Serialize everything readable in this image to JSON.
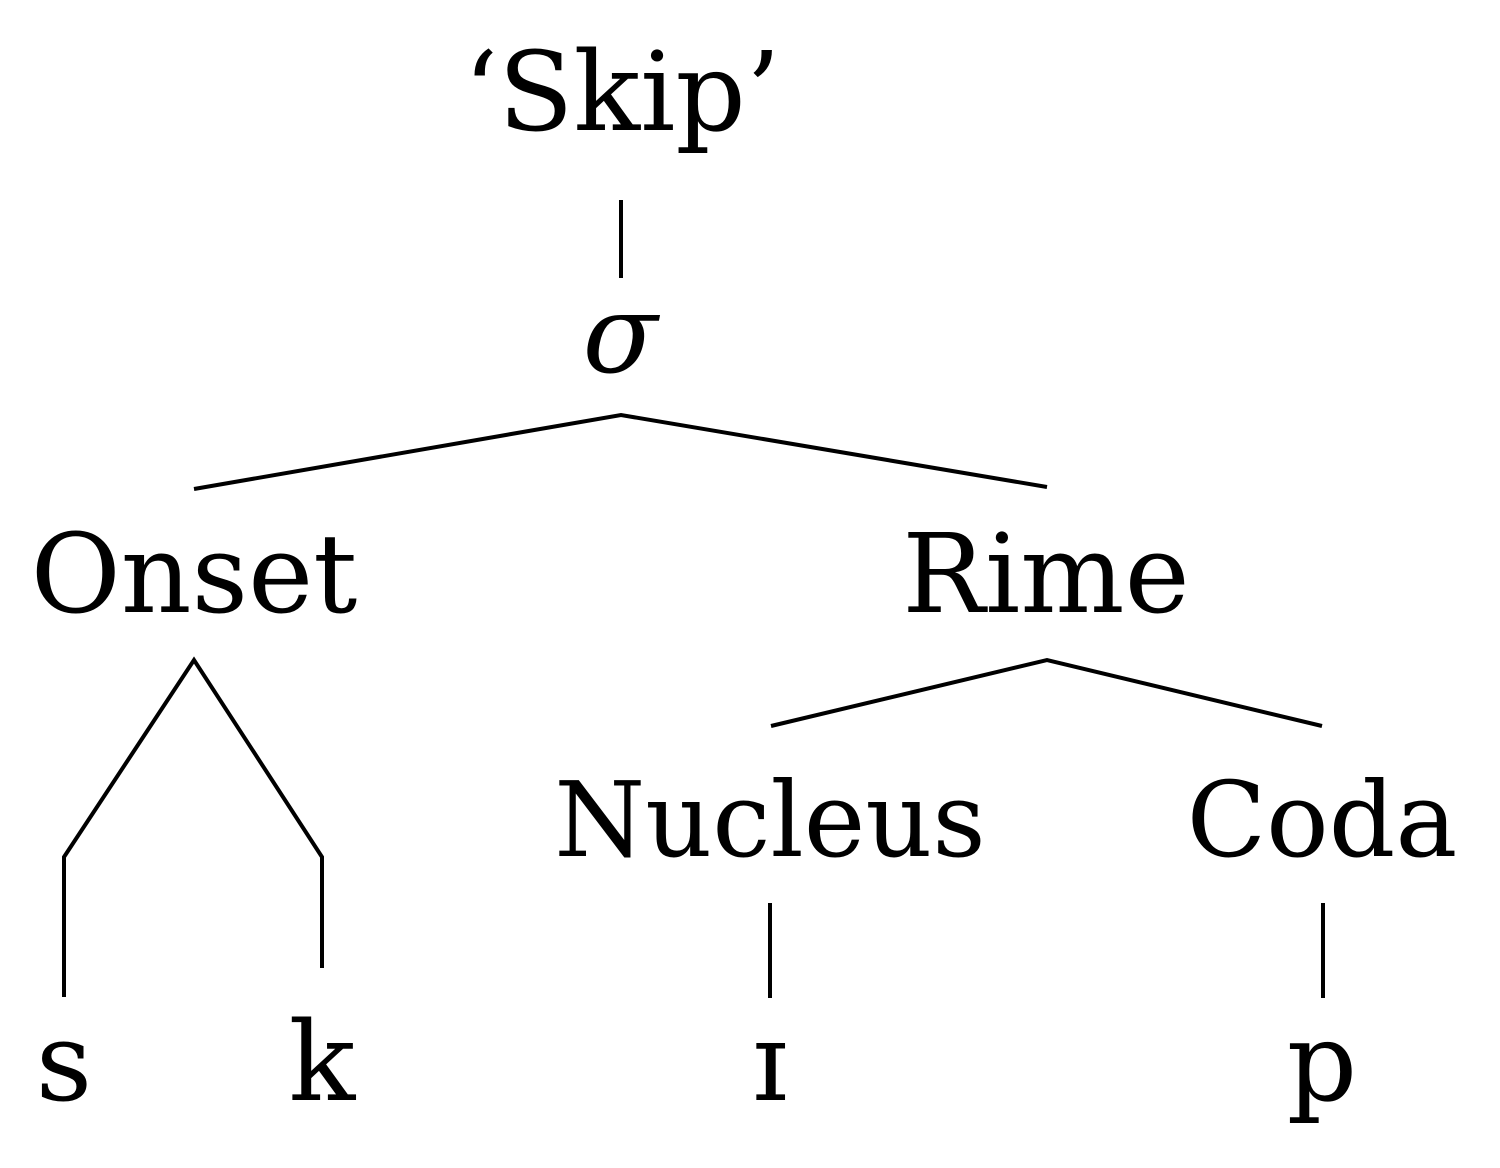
{
  "tree": {
    "word": "‘Skip’",
    "syllable": "σ",
    "onset": "Onset",
    "rime": "Rime",
    "nucleus": "Nucleus",
    "coda": "Coda",
    "segments": {
      "s": "s",
      "k": "k",
      "i": "ɪ",
      "p": "p"
    }
  }
}
